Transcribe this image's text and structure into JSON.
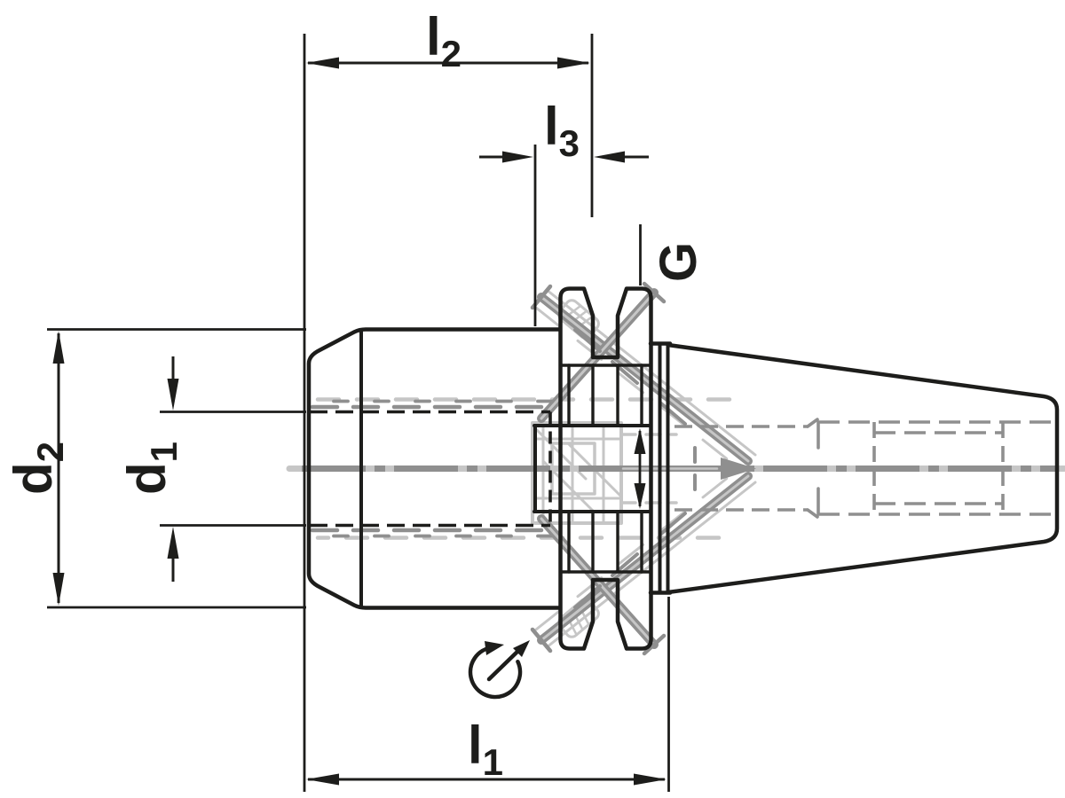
{
  "labels": {
    "l2": {
      "main": "l",
      "sub": "2"
    },
    "l3": {
      "main": "l",
      "sub": "3"
    },
    "l1": {
      "main": "l",
      "sub": "1"
    },
    "d2": {
      "main": "d",
      "sub": "2"
    },
    "d1": {
      "main": "d",
      "sub": "1"
    },
    "G": {
      "main": "G",
      "sub": ""
    }
  },
  "icons": {
    "rotation": "rotation-direction-icon"
  },
  "colors": {
    "line": "#1d1d1b",
    "ghost_dark": "#8f8f8f",
    "ghost_light": "#c6c6c6",
    "background": "#ffffff"
  }
}
